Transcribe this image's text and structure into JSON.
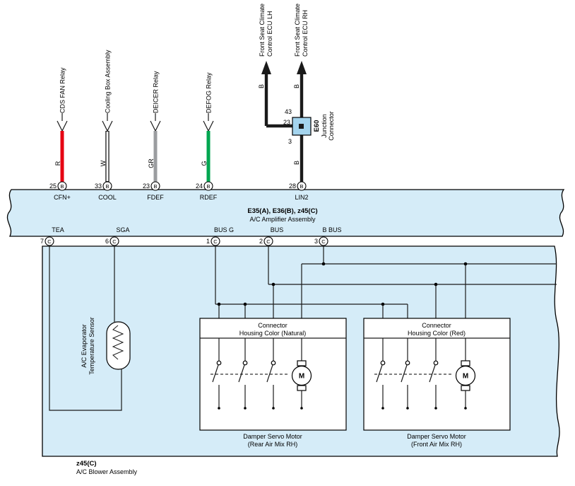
{
  "top_components": [
    {
      "label": "CDS FAN Relay",
      "code": "R",
      "pin": "25",
      "pin_letter": "B",
      "terminal": "CFN+"
    },
    {
      "label": "Cooling Box Assembly",
      "code": "W",
      "pin": "33",
      "pin_letter": "B",
      "terminal": "COOL"
    },
    {
      "label": "DEICER Relay",
      "code": "GR",
      "pin": "23",
      "pin_letter": "B",
      "terminal": "FDEF"
    },
    {
      "label": "DEFOG Relay",
      "code": "G",
      "pin": "24",
      "pin_letter": "B",
      "terminal": "RDEF"
    }
  ],
  "lin": {
    "ecu_lh_line1": "Front Seat Climate",
    "ecu_lh_line2": "Control ECU LH",
    "ecu_rh_line1": "Front Seat Climate",
    "ecu_rh_line2": "Control ECU RH",
    "code_lh": "B",
    "code_rh": "B",
    "code_lower": "B",
    "junction_name": "E60",
    "junction_label_line1": "Junction",
    "junction_label_line2": "Connector",
    "pin_top": "43",
    "pin_left": "23",
    "pin_bottom": "3",
    "pin": "28",
    "pin_letter": "B",
    "terminal": "LIN2"
  },
  "amplifier": {
    "name": "E35(A), E36(B), z45(C)",
    "label": "A/C Amplifier Assembly"
  },
  "bottom_pins": [
    {
      "terminal": "TEA",
      "pin": "7",
      "pin_letter": "C"
    },
    {
      "terminal": "SGA",
      "pin": "6",
      "pin_letter": "C"
    },
    {
      "terminal": "BUS G",
      "pin": "1",
      "pin_letter": "C"
    },
    {
      "terminal": "BUS",
      "pin": "2",
      "pin_letter": "C"
    },
    {
      "terminal": "B BUS",
      "pin": "3",
      "pin_letter": "C"
    }
  ],
  "blower": {
    "name": "z45(C)",
    "label": "A/C Blower Assembly"
  },
  "sensor": {
    "line1": "A/C Evaporator",
    "line2": "Temperature Sensor"
  },
  "servos": [
    {
      "header_line1": "Connector",
      "header_line2": "Housing Color (Natural)",
      "motor": "M",
      "caption_line1": "Damper Servo Motor",
      "caption_line2": "(Rear Air Mix RH)"
    },
    {
      "header_line1": "Connector",
      "header_line2": "Housing Color (Red)",
      "motor": "M",
      "caption_line1": "Damper Servo Motor",
      "caption_line2": "(Front Air Mix RH)"
    }
  ],
  "colors": {
    "red": "#e60012",
    "white": "#ffffff",
    "gray": "#9b9da0",
    "green": "#00a650",
    "black": "#1a1a1a",
    "band": "#d5ecf8",
    "junction": "#a4d4ee"
  }
}
